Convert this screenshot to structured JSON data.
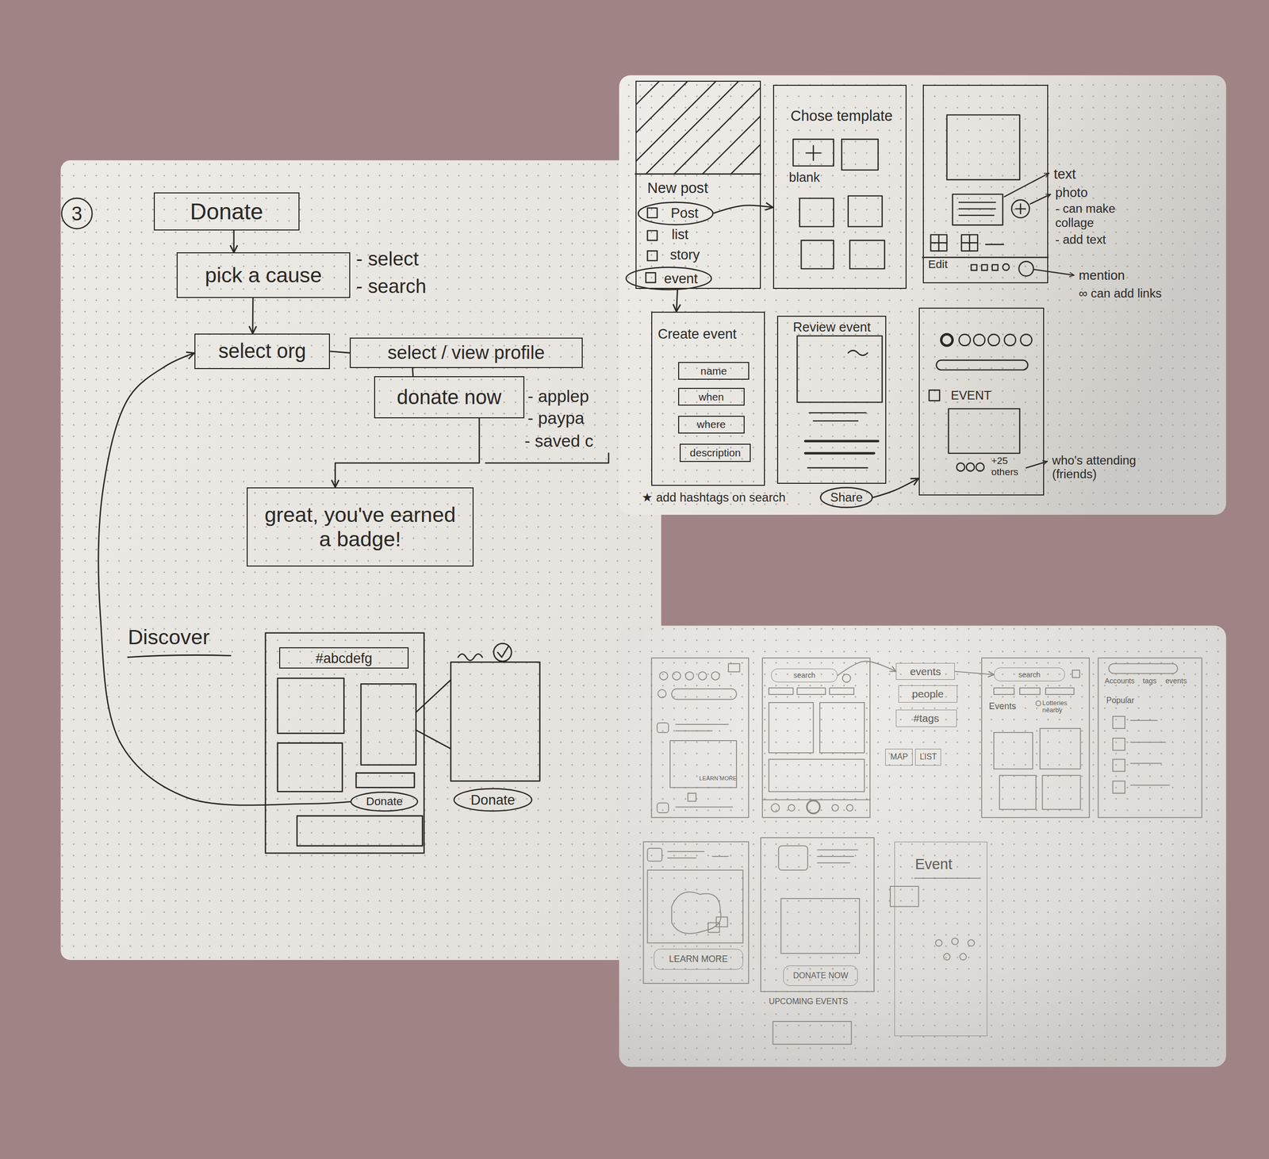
{
  "diagram": {
    "nodes": [
      {
        "text": [
          "3"
        ]
      },
      {
        "text": [
          "Donate"
        ]
      },
      {
        "text": [
          "pick a cause"
        ]
      },
      {
        "text": [
          "select org"
        ]
      },
      {
        "text": [
          "select / view profile"
        ]
      },
      {
        "text": [
          "donate now"
        ]
      },
      {
        "text": [
          "great, you've earned a badge!"
        ]
      },
      {
        "text": [
          "#abcdefg"
        ]
      },
      {
        "text": [
          "Donate"
        ]
      },
      {
        "text": [
          "Donate"
        ]
      },
      {
        "text": [
          "New post",
          "list",
          "story"
        ]
      },
      {
        "text": [
          "Post"
        ],
        "in": 10
      },
      {
        "text": [
          "event"
        ],
        "in": 10
      },
      {
        "text": [
          "Chose template",
          "blank"
        ]
      },
      {
        "text": [
          "Edit"
        ]
      },
      {
        "text": [
          "Create event"
        ]
      },
      {
        "text": [
          "name"
        ],
        "in": 15
      },
      {
        "text": [
          "when"
        ],
        "in": 15
      },
      {
        "text": [
          "where"
        ],
        "in": 15
      },
      {
        "text": [
          "description"
        ],
        "in": 15
      },
      {
        "text": [
          "Review event"
        ]
      },
      {
        "text": [
          "Share"
        ]
      },
      {
        "text": [
          "EVENT",
          "+25 others"
        ]
      },
      {
        "text": [
          "search"
        ]
      },
      {
        "text": [
          "events"
        ]
      },
      {
        "text": [
          "people"
        ]
      },
      {
        "text": [
          "#tags"
        ]
      },
      {
        "text": [
          "MAP"
        ]
      },
      {
        "text": [
          "LIST"
        ]
      },
      {
        "text": [
          "search"
        ]
      },
      {
        "text": [
          "LEARN MORE"
        ]
      },
      {
        "text": [
          "DONATE NOW"
        ]
      },
      {
        "text": [
          "Event"
        ]
      }
    ],
    "edges": [
      {
        "from": 1,
        "to": 2,
        "arrow": "to"
      },
      {
        "from": 2,
        "to": 3,
        "arrow": "to"
      },
      {
        "from": 3,
        "to": 4,
        "arrow": "none"
      },
      {
        "from": 4,
        "to": 5,
        "arrow": "none"
      },
      {
        "from": 5,
        "to": 6,
        "arrow": "to"
      },
      {
        "from": 8,
        "to": 3,
        "arrow": "to"
      },
      {
        "from": 11,
        "to": 13,
        "arrow": "to"
      },
      {
        "from": 12,
        "to": 15,
        "arrow": "to"
      },
      {
        "from": 21,
        "to": 22,
        "arrow": "to"
      },
      {
        "from": 23,
        "to": 24,
        "arrow": "to"
      },
      {
        "from": 24,
        "to": 29,
        "arrow": "to"
      }
    ],
    "labels": [
      "- select",
      "- search",
      "- applep",
      "- paypa",
      "- saved c",
      "Discover",
      "text",
      "photo",
      "- can make collage",
      "- add text",
      "mention",
      "∞ can add links",
      "who's attending (friends)",
      "★ add hashtags on search",
      "LEARN MORE",
      "Events",
      "Lotteries nearby",
      "Accounts",
      "tags",
      "events",
      "Popular",
      "UPCOMING EVENTS"
    ]
  }
}
